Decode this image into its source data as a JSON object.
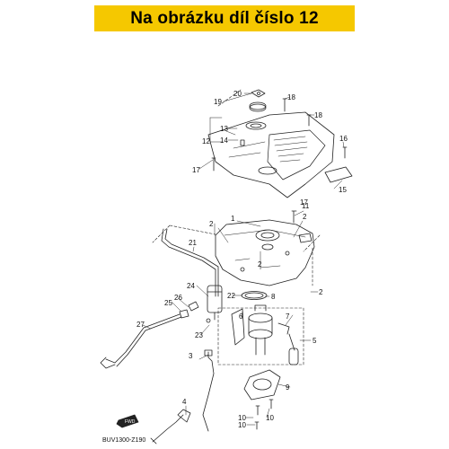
{
  "banner": {
    "text": "Na obrázku díl číslo 12",
    "color": "#f5c800"
  },
  "diagram": {
    "callouts": [
      "1",
      "2",
      "2",
      "2",
      "2",
      "3",
      "4",
      "5",
      "6",
      "7",
      "8",
      "9",
      "10",
      "10",
      "10",
      "11",
      "12",
      "13",
      "14",
      "15",
      "16",
      "17",
      "17",
      "18",
      "18",
      "19",
      "20",
      "21",
      "22",
      "23",
      "24",
      "25",
      "26",
      "27"
    ],
    "drawing_code": "BUV1300-Z190",
    "front_marker": "FWD"
  }
}
